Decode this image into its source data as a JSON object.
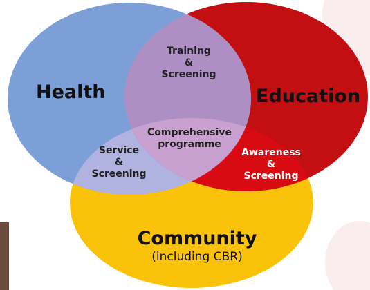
{
  "circles": {
    "health": {
      "label": "Health",
      "color": "#7b9fd6"
    },
    "education": {
      "label": "Education",
      "color": "#c30f12"
    },
    "community": {
      "label": "Community",
      "sublabel": "(including CBR)",
      "color": "#fbc20a"
    }
  },
  "overlaps": {
    "health_education": {
      "lines": [
        "Training",
        "&",
        "Screening"
      ],
      "color": "#ae8fc4"
    },
    "health_community": {
      "lines": [
        "Service",
        "&",
        "Screening"
      ],
      "color": "#b0b3e0"
    },
    "education_community": {
      "lines": [
        "Awareness",
        "&",
        "Screening"
      ],
      "color": "#d90b12"
    },
    "center": {
      "lines": [
        "Comprehensive",
        "programme"
      ],
      "color": "#c9a1d0"
    }
  },
  "background_accent": "#f4dcdc"
}
